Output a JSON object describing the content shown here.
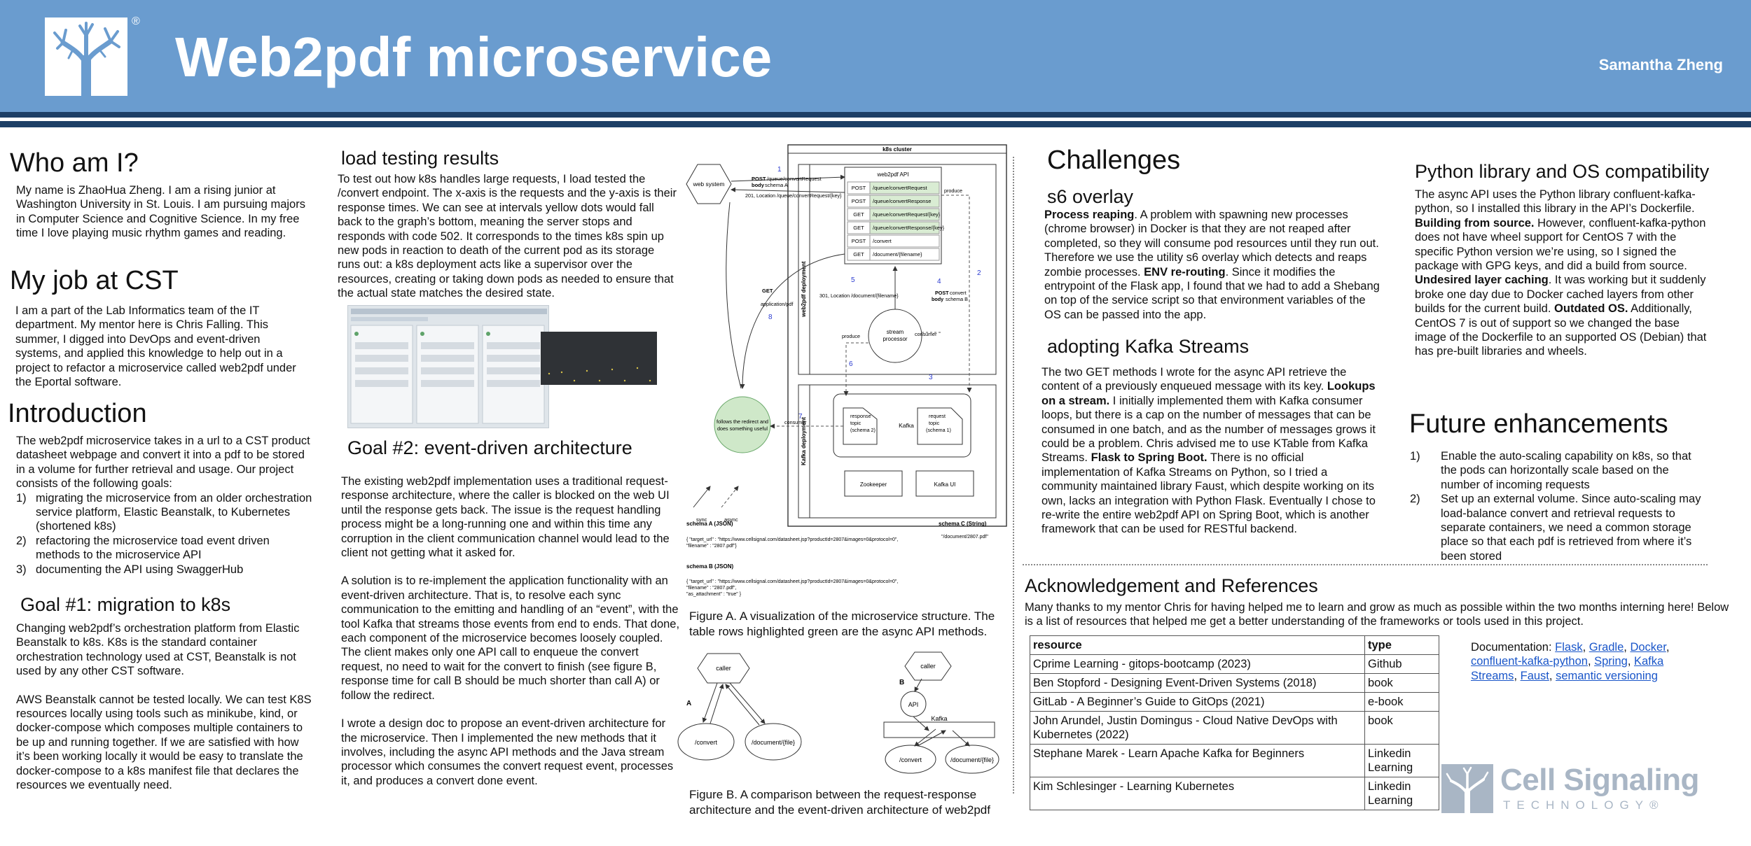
{
  "header": {
    "title": "Web2pdf microservice",
    "author": "Samantha Zheng",
    "registered": "®"
  },
  "who_am_i": {
    "heading": "Who am I?",
    "body": "My name is ZhaoHua Zheng. I am a rising junior at Washington University in St. Louis. I am pursuing majors in Computer Science and Cognitive Science. In my free time I love playing music rhythm games and reading."
  },
  "my_job": {
    "heading": "My job at CST",
    "body": "I am a part of the Lab Informatics team of the IT department. My mentor here is Chris Falling. This summer, I digged into DevOps and event-driven systems, and applied this knowledge to help out in a project to refactor a microservice called web2pdf under the Eportal software."
  },
  "introduction": {
    "heading": "Introduction",
    "body": "The web2pdf microservice takes in a url to a CST product datasheet webpage and convert it into a pdf to be stored in a volume for further retrieval and usage. Our project consists of the following goals:",
    "items": [
      {
        "n": "1)",
        "text": "migrating the microservice from an older orchestration service platform, Elastic Beanstalk, to Kubernetes (shortened k8s)"
      },
      {
        "n": "2)",
        "text": "refactoring the microservice toad event driven methods to the microservice API"
      },
      {
        "n": "3)",
        "text": "documenting the API using SwaggerHub"
      }
    ]
  },
  "goal1": {
    "heading": "Goal #1: migration to k8s",
    "p1": "Changing web2pdf’s orchestration platform from Elastic Beanstalk to k8s. K8s is the standard container orchestration technology used at CST, Beanstalk is not used by any other CST software.",
    "p2": "AWS Beanstalk cannot be tested locally. We can test K8S resources locally using tools such as minikube, kind, or docker-compose which composes multiple containers to be up and running together. If we are satisfied with how it’s been working locally it would be easy to translate the docker-compose to a k8s manifest file that declares the resources we eventually need."
  },
  "load_testing": {
    "heading": "load testing results",
    "body": "To test out how k8s handles large requests, I load tested the /convert endpoint. The x-axis is the requests and the y-axis is their response times. We can see at intervals yellow dots would fall back to the graph’s bottom, meaning the server stops and responds with code 502. It corresponds to the times k8s spin up new pods in reaction to death of the current pod as its storage runs out: a k8s deployment acts like a supervisor over the resources, creating or taking down pods as needed to ensure that the actual state matches the desired state."
  },
  "goal2": {
    "heading": "Goal #2: event-driven architecture",
    "p1": "The existing web2pdf implementation uses a traditional request-response architecture, where the caller is blocked on the web UI until the response gets back. The issue is the request handling process might be a long-running one and within this time any corruption in the client communication channel would lead to the client not getting what it asked for.",
    "p2": "A solution is to re-implement the application functionality with an event-driven architecture. That is, to resolve each sync communication to the emitting and handling of an “event”, with the tool Kafka that streams those events from end to ends. That done, each component of the microservice becomes loosely coupled. The client makes only one API call to enqueue the convert request, no need to wait for the convert to finish (see figure B, response time for call B should be much  shorter than call A) or follow the redirect.",
    "p3": "I wrote a design doc to propose an event-driven architecture for the microservice. Then I implemented the new methods that it involves, including the async API methods and the Java stream processor which consumes the convert request event, processes it, and produces a convert done event."
  },
  "figure_a": {
    "cluster": "k8s cluster",
    "web_system": "web system",
    "post_label": "POST",
    "post_path": "/queue/convertRequest",
    "body_label": "body",
    "schema_a_short": "schema A",
    "loc_201": "201, Location /queue/convertRequest/{key}",
    "api_title": "web2pdf API",
    "deploy1": "web2pdf deployment",
    "deploy2": "Kafka deployment",
    "rows": [
      {
        "m": "POST",
        "p": "/queue/convertRequest",
        "async": true
      },
      {
        "m": "POST",
        "p": "/queue/convertResponse",
        "async": true
      },
      {
        "m": "GET",
        "p": "/queue/convertRequest/{key}",
        "async": true
      },
      {
        "m": "GET",
        "p": "/queue/convertResponse/{key}",
        "async": true
      },
      {
        "m": "POST",
        "p": "/convert",
        "async": false
      },
      {
        "m": "GET",
        "p": "/document/{filename}",
        "async": false
      }
    ],
    "produce": "produce",
    "consumer": "consumer",
    "stream": "stream\nprocessor",
    "get": "GET",
    "app_pdf": "application/pdf",
    "loc_doc": "301, Location /document/{filename}",
    "post_convert": "POST /convert",
    "body_schema_b": "body schema B",
    "redirect": "follows the redirect and does something useful",
    "response_topic": "response topic (schema 2)",
    "request_topic": "request topic (schema 1)",
    "kafka": "Kafka",
    "zookeeper": "Zookeeper",
    "kafka_ui": "Kafka UI",
    "sync": "sync",
    "async": "async",
    "nums": [
      "1",
      "2",
      "3",
      "4",
      "5",
      "6",
      "7",
      "8"
    ],
    "schema_a": "schema A (JSON)",
    "schema_a_val": "{ \"target_url\" : \"https://www.cellsignal.com/datasheet.jsp?productId=2807&images=0&protocol=0\",\n \"filename\" : \"2807.pdf\"}",
    "schema_b": "schema B (JSON)",
    "schema_b_val": "{ \"target_url\" : \"https://www.cellsignal.com/datasheet.jsp?productId=2807&images=0&protocol=0\",\n \"filename\" : \"2807.pdf\",\n \"as_attachment\" : \"true\" }",
    "schema_c": "schema C (String)",
    "schema_c_val": "\"/document/2807.pdf\"",
    "caption": "Figure A. A visualization of the microservice structure. The table rows highlighted green are the async API methods."
  },
  "figure_b": {
    "caller": "caller",
    "label_a": "A",
    "label_b": "B",
    "convert": "/convert",
    "document": "/document/{file}",
    "api": "API",
    "kafka": "Kafka",
    "caption": "Figure B. A comparison between the request-response architecture and the event-driven architecture of web2pdf"
  },
  "challenges": {
    "heading": "Challenges",
    "s6_heading": "s6 overlay",
    "s6_b1": "Process reaping",
    "s6_t1": ". A problem with spawning new processes (chrome browser) in Docker is that they are not reaped after completed, so they will consume pod resources until they run out. Therefore we use the utility s6 overlay which detects and reaps zombie processes. ",
    "s6_b2": "ENV re-routing",
    "s6_t2": ". Since it modifies the entrypoint of the Flask app, I found that we had to add a Shebang on top of the service script so that environment variables of the OS can be passed into the app.",
    "kafka_heading": "adopting Kafka Streams",
    "k_t0": "The two GET methods I wrote for the async API retrieve the content of a previously enqueued message with its key. ",
    "k_b1": "Lookups on a stream.",
    "k_t1": " I initially implemented them with Kafka consumer loops, but there is a cap on the number of messages that can be consumed in one batch, and as the number of messages grows it could be a problem. Chris advised me to use KTable from Kafka Streams. ",
    "k_b2": "Flask to Spring Boot.",
    "k_t2": " There is no official implementation of Kafka Streams on Python, so I tried a community maintained library Faust, which despite working on its own, lacks an integration with Python Flask. Eventually I chose to re-write the entire web2pdf API on Spring Boot, which is another framework that can be used for RESTful backend."
  },
  "python_lib": {
    "heading": "Python library and OS compatibility",
    "t0": "The async API uses the Python library confluent-kafka-python, so I installed this library in the API’s Dockerfile. ",
    "b1": "Building from source.",
    "t1": " However, confluent-kafka-python does not have wheel support for CentOS 7 with the specific Python version we’re using, so I signed the package with GPG keys, and did a build from source. ",
    "b2": "Undesired layer caching",
    "t2": ". It was working but it suddenly broke one day due to Docker cached layers from other builds for the current build. ",
    "b3": "Outdated OS.",
    "t3": " Additionally, CentOS 7 is out of support so we changed the base image of the Dockerfile to an supported OS (Debian) that has pre-built libraries and wheels."
  },
  "future": {
    "heading": "Future enhancements",
    "items": [
      {
        "n": "1)",
        "text": "Enable the auto-scaling capability on k8s, so that the pods can horizontally scale based on the number of incoming requests"
      },
      {
        "n": "2)",
        "text": "Set up an external volume. Since auto-scaling may load-balance convert and retrieval requests to separate containers, we need a common storage place so that each pdf is retrieved from where it’s been stored"
      }
    ]
  },
  "ack": {
    "heading": "Acknowledgement and References",
    "body": "Many thanks to my mentor Chris for having helped me to learn and grow as much as possible within the two months interning here! Below is a list of resources that helped me get a better understanding of the frameworks or tools used in this project.",
    "table_headers": [
      "resource",
      "type"
    ],
    "rows": [
      [
        "Cprime Learning - gitops-bootcamp (2023)",
        "Github"
      ],
      [
        "Ben Stopford - Designing Event-Driven Systems (2018)",
        "book"
      ],
      [
        "GitLab - A Beginner’s Guide to GitOps (2021)",
        "e-book"
      ],
      [
        "John Arundel, Justin Domingus - Cloud Native DevOps with Kubernetes (2022)",
        "book"
      ],
      [
        "Stephane Marek - Learn Apache Kafka for Beginners",
        "Linkedin Learning"
      ],
      [
        "Kim Schlesinger - Learning Kubernetes",
        "Linkedin Learning"
      ]
    ],
    "doc_label": "Documentation: ",
    "links": [
      "Flask",
      "Gradle",
      "Docker",
      "confluent-kafka-python",
      "Spring",
      "Kafka Streams",
      "Faust",
      "semantic versioning"
    ]
  },
  "footer_logo": {
    "line1": "Cell Signaling",
    "line2": "TECHNOLOGY®"
  },
  "colors": {
    "header_blue": "#6a9ccf",
    "band_navy": "#1d3f66",
    "async_green": "#d9ecd3",
    "redirect_green": "#cfe8c9",
    "link_blue": "#1a56c9",
    "logo_gray": "#a9b6c5"
  },
  "icons": [
    "tree-logo-icon",
    "cell-signaling-logo-icon"
  ]
}
